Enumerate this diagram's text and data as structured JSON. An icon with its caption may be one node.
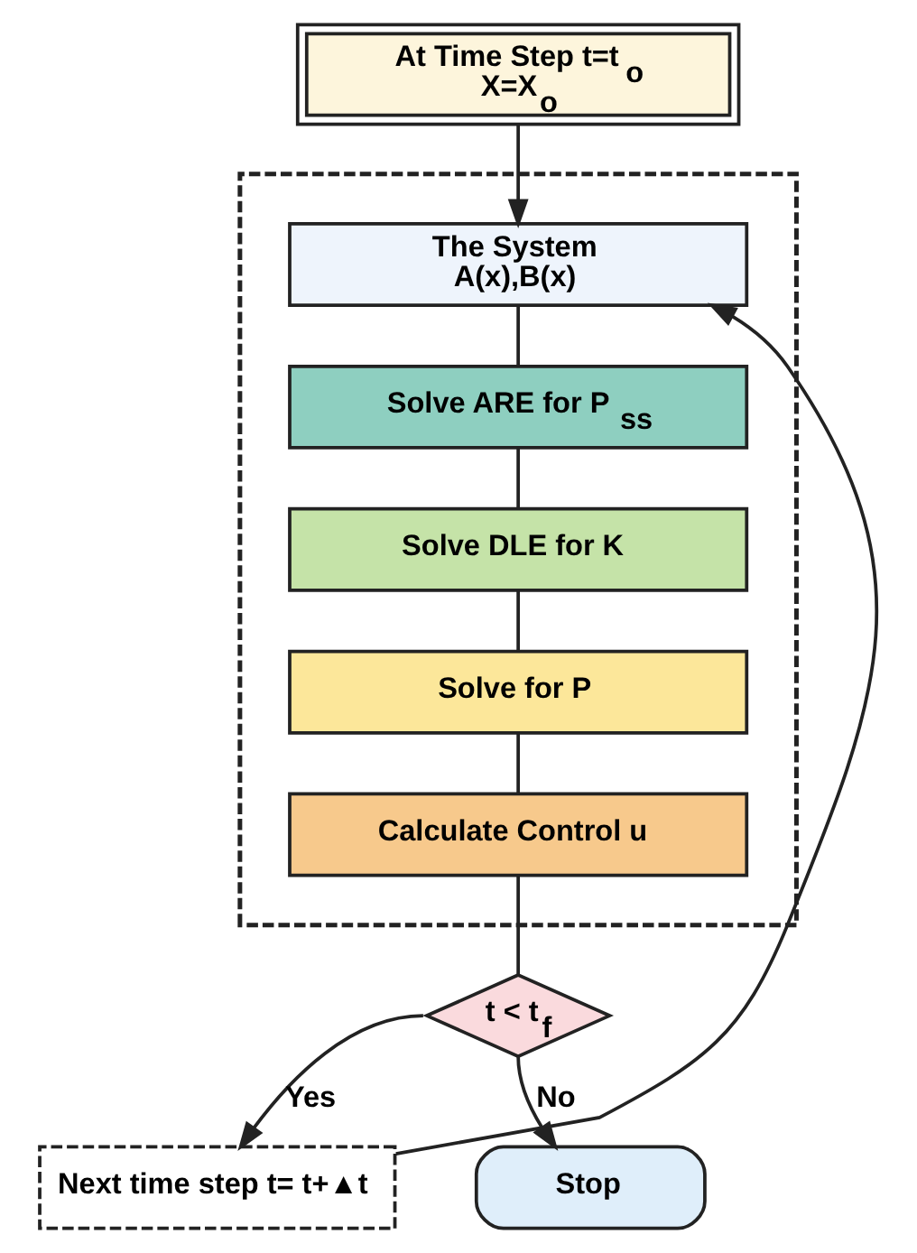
{
  "diagram": {
    "nodes": [
      {
        "text": [
          "At Time Step t=t$_{o}$",
          "X=X$_{o}$"
        ]
      },
      {
        "text": [],
        "shape": "box"
      },
      {
        "text": [
          "The System",
          "A(x),B(x)"
        ],
        "in": 1
      },
      {
        "text": [
          "Solve ARE for P$_{ss}$"
        ],
        "in": 1
      },
      {
        "text": [
          "Solve DLE for K"
        ],
        "in": 1
      },
      {
        "text": [
          "Solve for P"
        ],
        "in": 1
      },
      {
        "text": [
          "Calculate Control u"
        ],
        "in": 1
      },
      {
        "text": [
          "Next time step t= t+▲t"
        ]
      },
      {
        "text": [
          "t < t$_{f}$"
        ]
      },
      {
        "text": [
          "Stop"
        ]
      }
    ],
    "edges": [
      {
        "from": 0,
        "to": 2,
        "arrow": "to"
      },
      {
        "from": 2,
        "to": 3,
        "arrow": "none"
      },
      {
        "from": 3,
        "to": 4,
        "arrow": "none"
      },
      {
        "from": 4,
        "to": 5,
        "arrow": "none"
      },
      {
        "from": 5,
        "to": 6,
        "arrow": "none"
      },
      {
        "from": 6,
        "to": 8,
        "arrow": "none"
      },
      {
        "from": 8,
        "to": 7,
        "arrow": "to",
        "label": "Yes"
      },
      {
        "from": 7,
        "to": 2,
        "arrow": "to"
      },
      {
        "from": 8,
        "to": 9,
        "arrow": "to",
        "label": "No"
      }
    ]
  }
}
